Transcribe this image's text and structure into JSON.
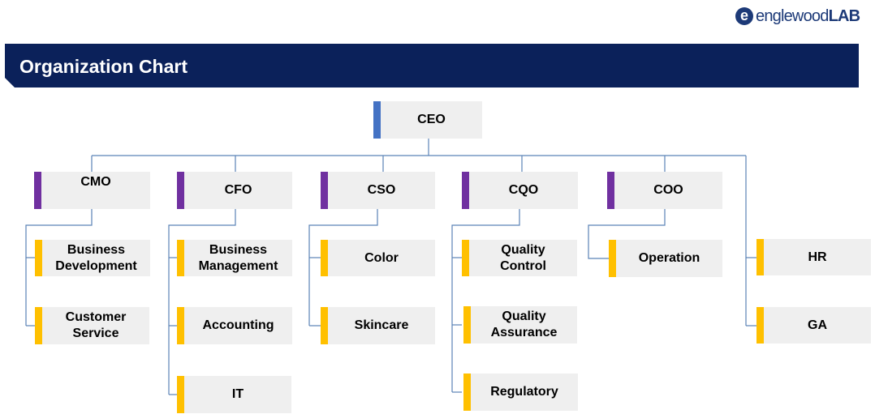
{
  "logo": {
    "mark": "e",
    "text_main": "englewood",
    "text_bold": "LAB"
  },
  "header": {
    "title": "Organization Chart"
  },
  "colors": {
    "banner": "#0b215a",
    "ceo_bar": "#4472c4",
    "exec_bar": "#7030a0",
    "dept_bar": "#ffc000",
    "box_bg": "#efefef",
    "connector": "#5b83b6"
  },
  "ceo": {
    "label": "CEO"
  },
  "executives": [
    {
      "label": "CMO",
      "departments": [
        "Business\nDevelopment",
        "Customer\nService"
      ]
    },
    {
      "label": "CFO",
      "departments": [
        "Business\nManagement",
        "Accounting",
        "IT"
      ]
    },
    {
      "label": "CSO",
      "departments": [
        "Color",
        "Skincare"
      ]
    },
    {
      "label": "CQO",
      "departments": [
        "Quality\nControl",
        "Quality\nAssurance",
        "Regulatory"
      ]
    },
    {
      "label": "COO",
      "departments": [
        "Operation"
      ]
    }
  ],
  "direct_departments": [
    "HR",
    "GA"
  ]
}
